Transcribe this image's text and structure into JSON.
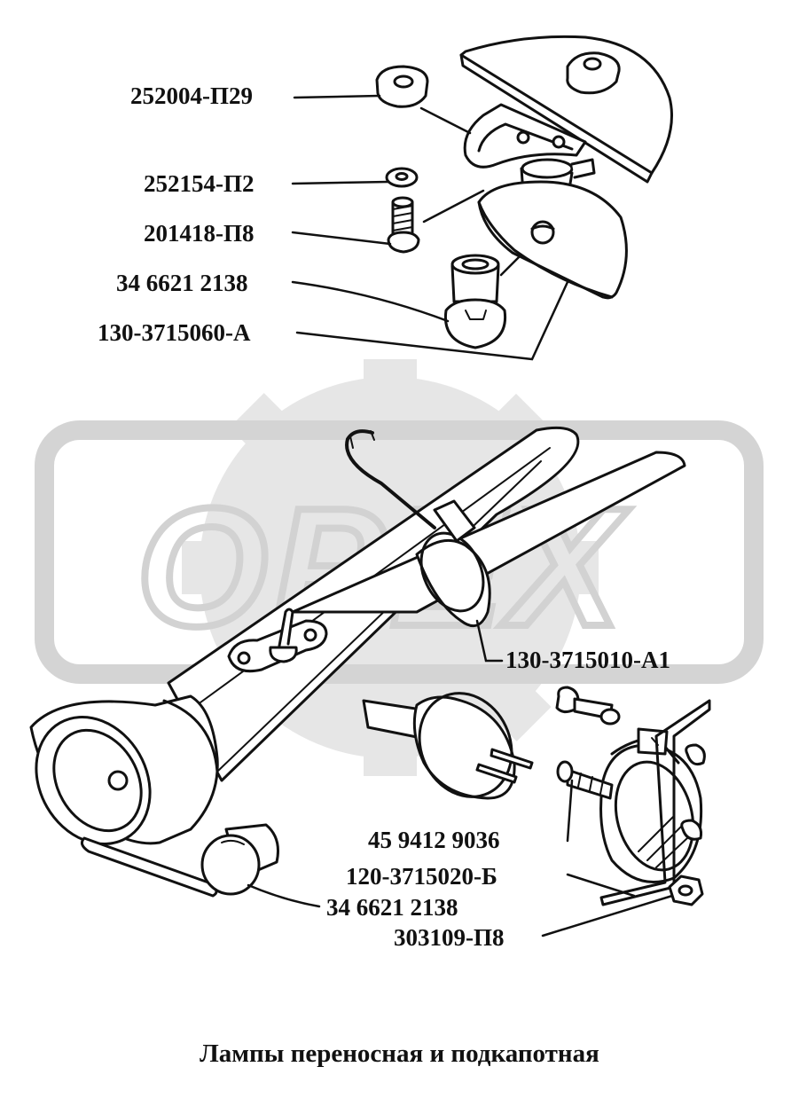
{
  "watermark": {
    "text": "OPEX"
  },
  "callouts": [
    {
      "id": "c1",
      "text": "252004-П29"
    },
    {
      "id": "c2",
      "text": "252154-П2"
    },
    {
      "id": "c3",
      "text": "201418-П8"
    },
    {
      "id": "c4",
      "text": "34 6621 2138"
    },
    {
      "id": "c5",
      "text": "130-3715060-А"
    },
    {
      "id": "c6",
      "text": "130-3715010-А1"
    },
    {
      "id": "c7",
      "text": "45 9412 9036"
    },
    {
      "id": "c8",
      "text": "120-3715020-Б"
    },
    {
      "id": "c9",
      "text": "34 6621 2138"
    },
    {
      "id": "c10",
      "text": "303109-П8"
    }
  ],
  "caption": "Лампы переносная и подкапотная",
  "colors": {
    "ink": "#111111",
    "watermark": "#d9d9d9",
    "paper": "#ffffff"
  }
}
